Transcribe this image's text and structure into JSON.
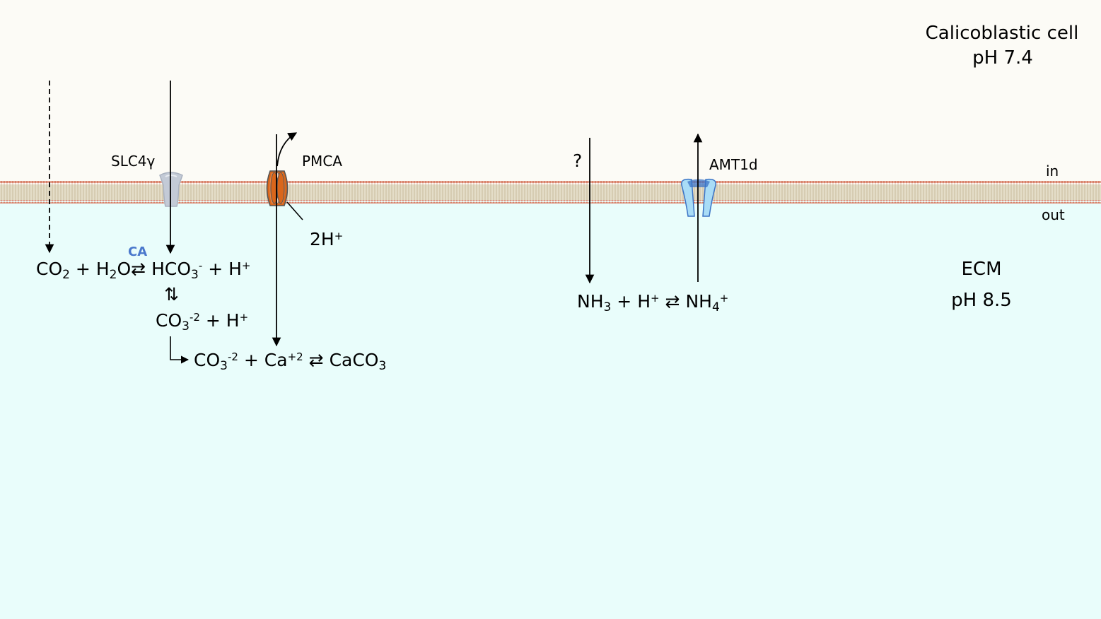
{
  "colors": {
    "intracellular_bg": "#FCFBF6",
    "extracellular_bg": "#E9FDFB",
    "membrane_head": "#D9826B",
    "membrane_tail": "#CFC6AC",
    "pmca": "#D9661B",
    "slc4": "#C3CAD6",
    "amt": "#A9DCF6",
    "amt_dark": "#3B73C5",
    "enzyme_label": "#4A78CC"
  },
  "compartments": {
    "cell_title": "Calicoblastic cell",
    "cell_ph": "pH 7.4",
    "in_label": "in",
    "out_label": "out",
    "ecm_title": "ECM",
    "ecm_ph": "pH 8.5"
  },
  "transporters": {
    "slc4": "SLC4γ",
    "pmca": "PMCA",
    "amt": "AMT1d",
    "unknown": "?"
  },
  "species": {
    "two_h_coef": "2H",
    "plus": "+",
    "co2": "CO",
    "h2o_h": "H",
    "h2o_o": "O",
    "hco3": "HCO",
    "h": "H",
    "co3": "CO",
    "charge_minus": "-",
    "charge_2minus": "-2",
    "ca": "Ca",
    "charge_2plus": "+2",
    "caco3": "CaCO",
    "nh3": "NH",
    "nh4": "NH",
    "sub2": "2",
    "sub3": "3",
    "sub4": "4",
    "eq_arrow": "⇄",
    "vertical_eq_arrow": "⇅",
    "enzyme_ca": "CA"
  }
}
